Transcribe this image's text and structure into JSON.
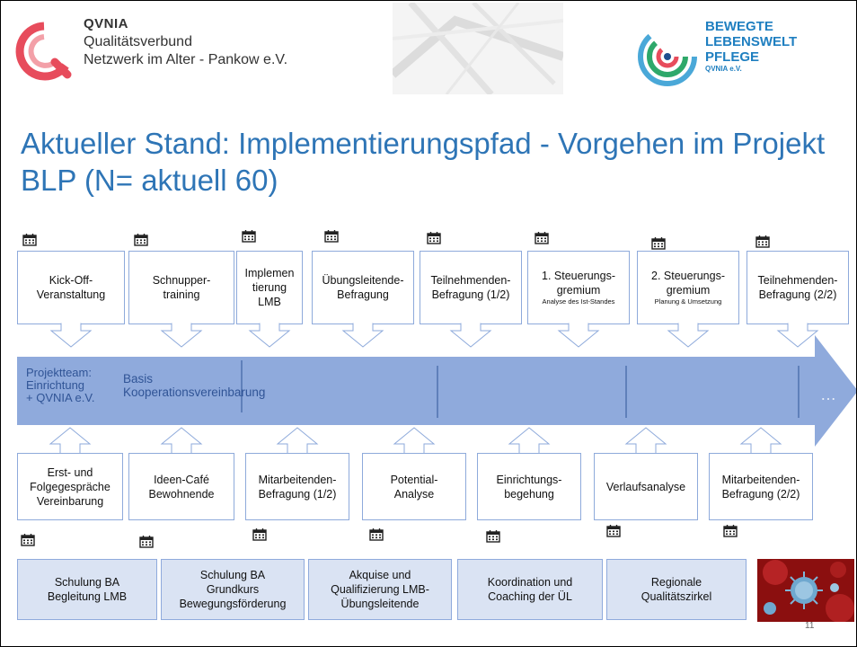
{
  "header": {
    "org_line1": "QVNIA",
    "org_line2": "Qualitätsverbund",
    "org_line3": "Netzwerk im Alter - Pankow e.V.",
    "blp_line1": "BEWEGTE",
    "blp_line2": "LEBENSWELT",
    "blp_line3": "PFLEGE",
    "blp_line4": "QVNIA e.V."
  },
  "title": "Aktueller Stand: Implementierungspfad - Vorgehen im Projekt BLP (N= aktuell 60)",
  "top_boxes": [
    {
      "lines": [
        "Kick-Off-",
        "Veranstaltung"
      ],
      "small": ""
    },
    {
      "lines": [
        "Schnupper-",
        "training"
      ],
      "small": ""
    },
    {
      "lines": [
        "Implemen",
        "tierung",
        "LMB"
      ],
      "small": ""
    },
    {
      "lines": [
        "Übungsleitende-",
        "Befragung"
      ],
      "small": ""
    },
    {
      "lines": [
        "Teilnehmenden-",
        "Befragung (1/2)"
      ],
      "small": ""
    },
    {
      "lines": [
        "1. Steuerungs-",
        "gremium"
      ],
      "small": "Analyse des Ist-Standes"
    },
    {
      "lines": [
        "2. Steuerungs-",
        "gremium"
      ],
      "small": "Planung & Umsetzung"
    },
    {
      "lines": [
        "Teilnehmenden-",
        "Befragung (2/2)"
      ],
      "small": ""
    }
  ],
  "timeline": {
    "seg1_lines": [
      "Projektteam:",
      "Einrichtung",
      "+ QVNIA e.V."
    ],
    "seg2_lines": [
      "Basis",
      "Kooperationsvereinbarung"
    ],
    "ellipsis": "…"
  },
  "bottom_boxes": [
    {
      "lines": [
        "Erst- und",
        "Folgegespräche",
        "Vereinbarung"
      ]
    },
    {
      "lines": [
        "Ideen-Café",
        "Bewohnende"
      ]
    },
    {
      "lines": [
        "Mitarbeitenden-",
        "Befragung (1/2)"
      ]
    },
    {
      "lines": [
        "Potential-",
        "Analyse"
      ]
    },
    {
      "lines": [
        "Einrichtungs-",
        "begehung"
      ]
    },
    {
      "lines": [
        "Verlaufsanalyse"
      ]
    },
    {
      "lines": [
        "Mitarbeitenden-",
        "Befragung (2/2)"
      ]
    }
  ],
  "blue_boxes": [
    {
      "lines": [
        "Schulung BA",
        "Begleitung LMB"
      ]
    },
    {
      "lines": [
        "Schulung BA",
        "Grundkurs",
        "Bewegungsförderung"
      ]
    },
    {
      "lines": [
        "Akquise und",
        "Qualifizierung LMB-",
        "Übungsleitende"
      ]
    },
    {
      "lines": [
        "Koordination und",
        "Coaching der ÜL"
      ]
    },
    {
      "lines": [
        "Regionale",
        "Qualitätszirkel"
      ]
    }
  ],
  "page_number": "11",
  "colors": {
    "title": "#2e75b6",
    "timeline": "#8faadc",
    "box_border": "#8eaadb",
    "blue_box": "#dae3f3"
  }
}
